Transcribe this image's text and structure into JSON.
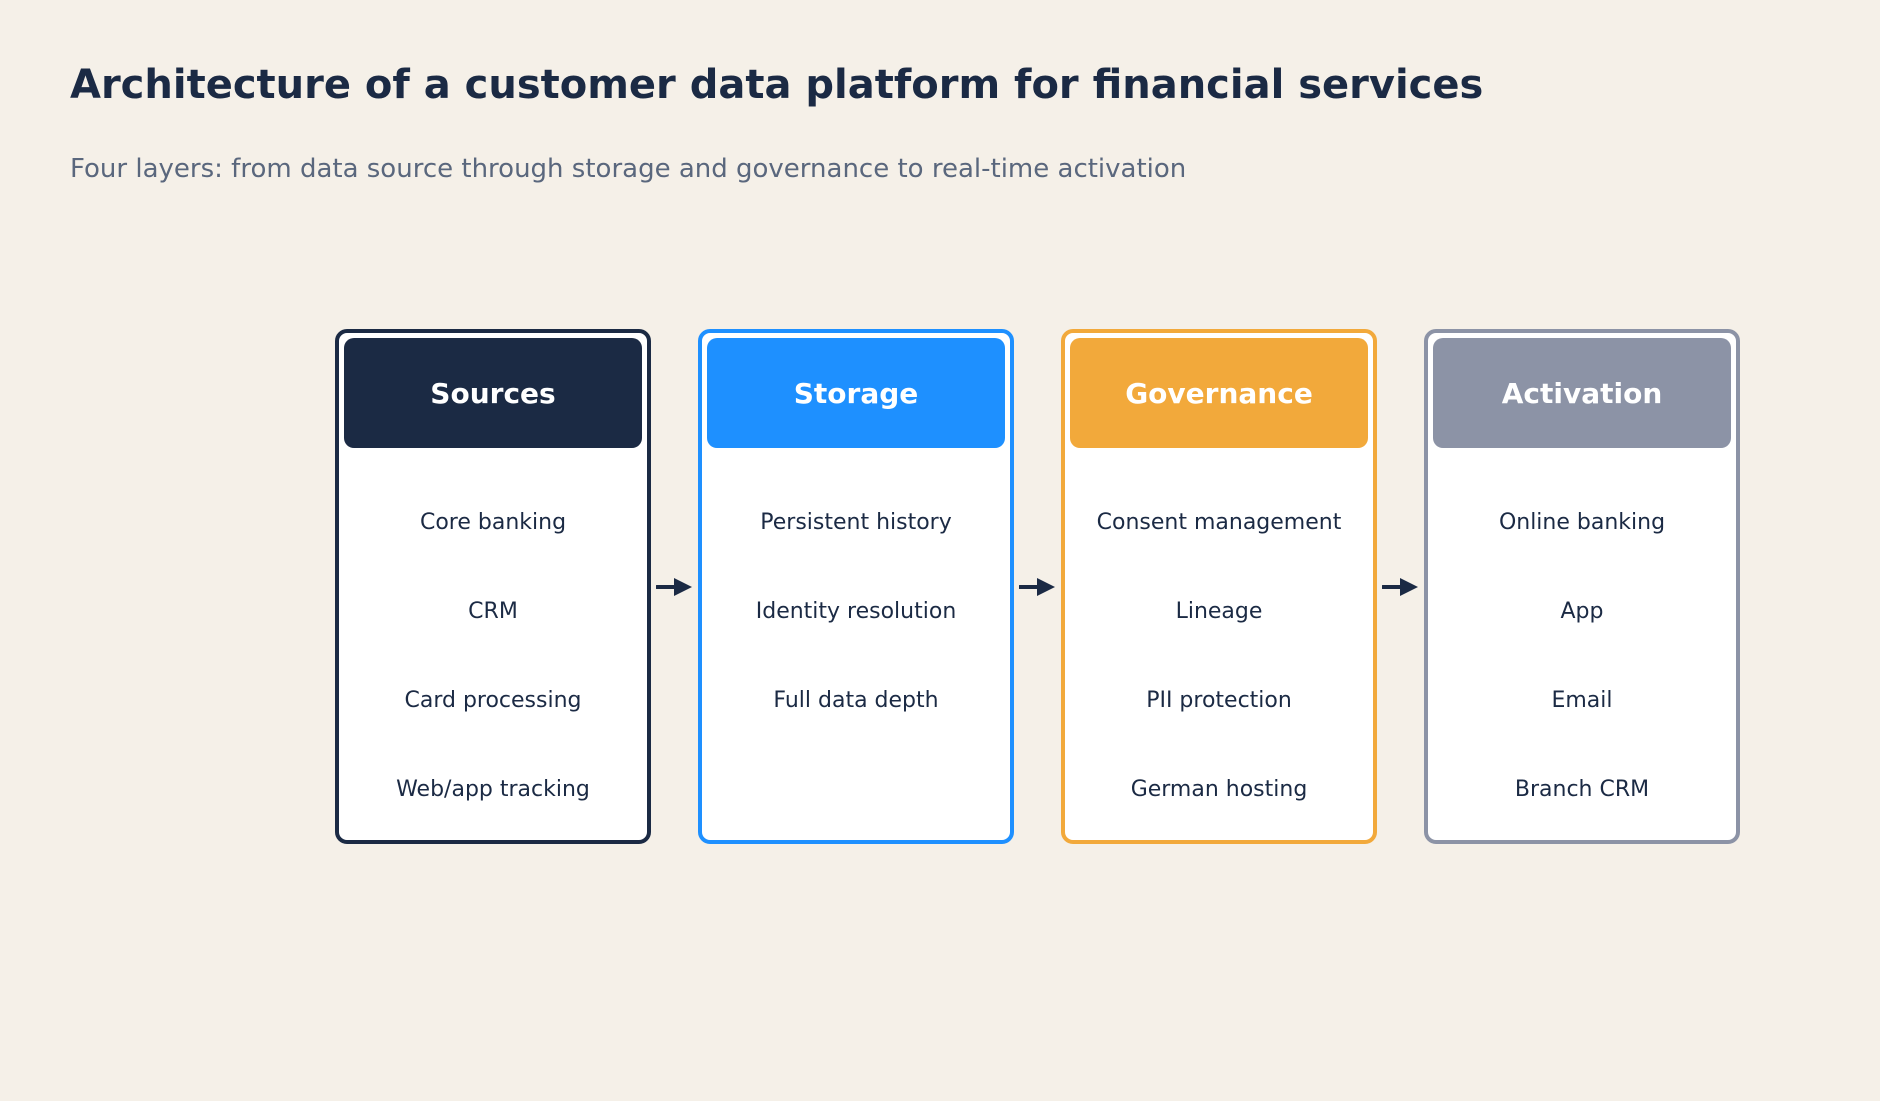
{
  "header": {
    "title": "Architecture of a customer data platform for financial services",
    "subtitle": "Four layers: from data source through storage and governance to real-time activation"
  },
  "layers": [
    {
      "name": "Sources",
      "color": "#1b2a44",
      "items": [
        "Core banking",
        "CRM",
        "Card processing",
        "Web/app tracking"
      ]
    },
    {
      "name": "Storage",
      "color": "#1e90ff",
      "items": [
        "Persistent history",
        "Identity resolution",
        "Full data depth"
      ]
    },
    {
      "name": "Governance",
      "color": "#f2a93b",
      "items": [
        "Consent management",
        "Lineage",
        "PII protection",
        "German hosting"
      ]
    },
    {
      "name": "Activation",
      "color": "#8c93a6",
      "items": [
        "Online banking",
        "App",
        "Email",
        "Branch CRM"
      ]
    }
  ],
  "connector_color": "#1b2a44",
  "icons": {
    "connector": "arrow-right-icon"
  }
}
